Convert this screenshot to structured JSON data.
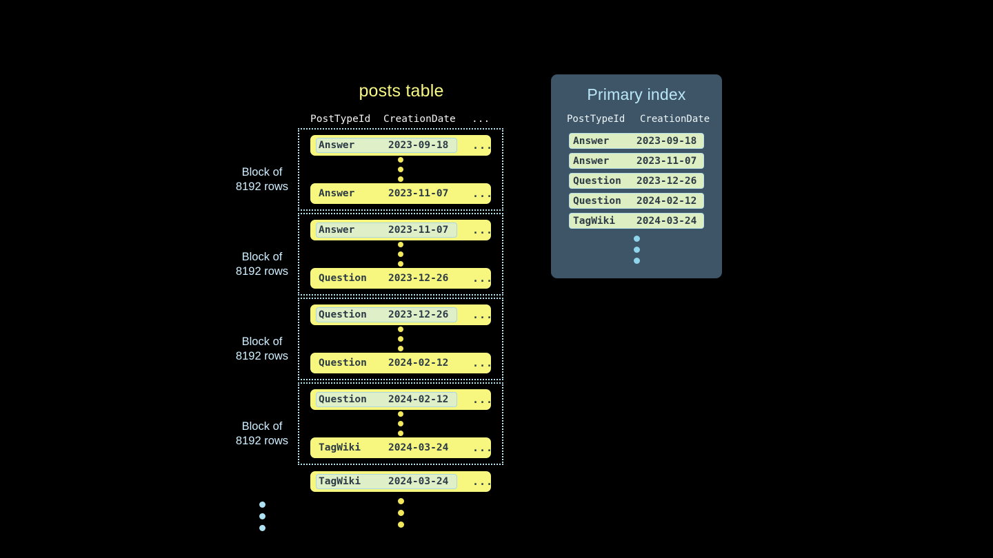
{
  "posts_table": {
    "title": "posts table",
    "columns": [
      "PostTypeId",
      "CreationDate",
      "..."
    ],
    "rest_marker": "...",
    "blocks": [
      {
        "label_line1": "Block of",
        "label_line2": "8192 rows",
        "first_row": {
          "post_type_id": "Answer",
          "creation_date": "2023-09-18",
          "rest": "...",
          "highlighted": true
        },
        "last_row": {
          "post_type_id": "Answer",
          "creation_date": "2023-11-07",
          "rest": "...",
          "highlighted": false
        }
      },
      {
        "label_line1": "Block of",
        "label_line2": "8192 rows",
        "first_row": {
          "post_type_id": "Answer",
          "creation_date": "2023-11-07",
          "rest": "...",
          "highlighted": true
        },
        "last_row": {
          "post_type_id": "Question",
          "creation_date": "2023-12-26",
          "rest": "...",
          "highlighted": false
        }
      },
      {
        "label_line1": "Block of",
        "label_line2": "8192 rows",
        "first_row": {
          "post_type_id": "Question",
          "creation_date": "2023-12-26",
          "rest": "...",
          "highlighted": true
        },
        "last_row": {
          "post_type_id": "Question",
          "creation_date": "2024-02-12",
          "rest": "...",
          "highlighted": false
        }
      },
      {
        "label_line1": "Block of",
        "label_line2": "8192 rows",
        "first_row": {
          "post_type_id": "Question",
          "creation_date": "2024-02-12",
          "rest": "...",
          "highlighted": true
        },
        "last_row": {
          "post_type_id": "TagWiki",
          "creation_date": "2024-03-24",
          "rest": "...",
          "highlighted": false
        }
      }
    ],
    "tail_row": {
      "post_type_id": "TagWiki",
      "creation_date": "2024-03-24",
      "rest": "...",
      "highlighted": true
    }
  },
  "primary_index": {
    "title": "Primary index",
    "columns": [
      "PostTypeId",
      "CreationDate"
    ],
    "rows": [
      {
        "post_type_id": "Answer",
        "creation_date": "2023-09-18"
      },
      {
        "post_type_id": "Answer",
        "creation_date": "2023-11-07"
      },
      {
        "post_type_id": "Question",
        "creation_date": "2023-12-26"
      },
      {
        "post_type_id": "Question",
        "creation_date": "2024-02-12"
      },
      {
        "post_type_id": "TagWiki",
        "creation_date": "2024-03-24"
      }
    ]
  },
  "colors": {
    "background": "#000000",
    "row_yellow": "#f7f77f",
    "highlight_green": "#dff0c9",
    "highlight_border": "#a9d6e5",
    "title_yellow": "#f7f783",
    "label_blue": "#cfefff",
    "panel_slate": "#3d5567",
    "panel_title": "#b9e7f7",
    "dot_yellow": "#f2e85c",
    "dot_blue": "#aee3f5",
    "mono_text": "#2b3a45"
  }
}
